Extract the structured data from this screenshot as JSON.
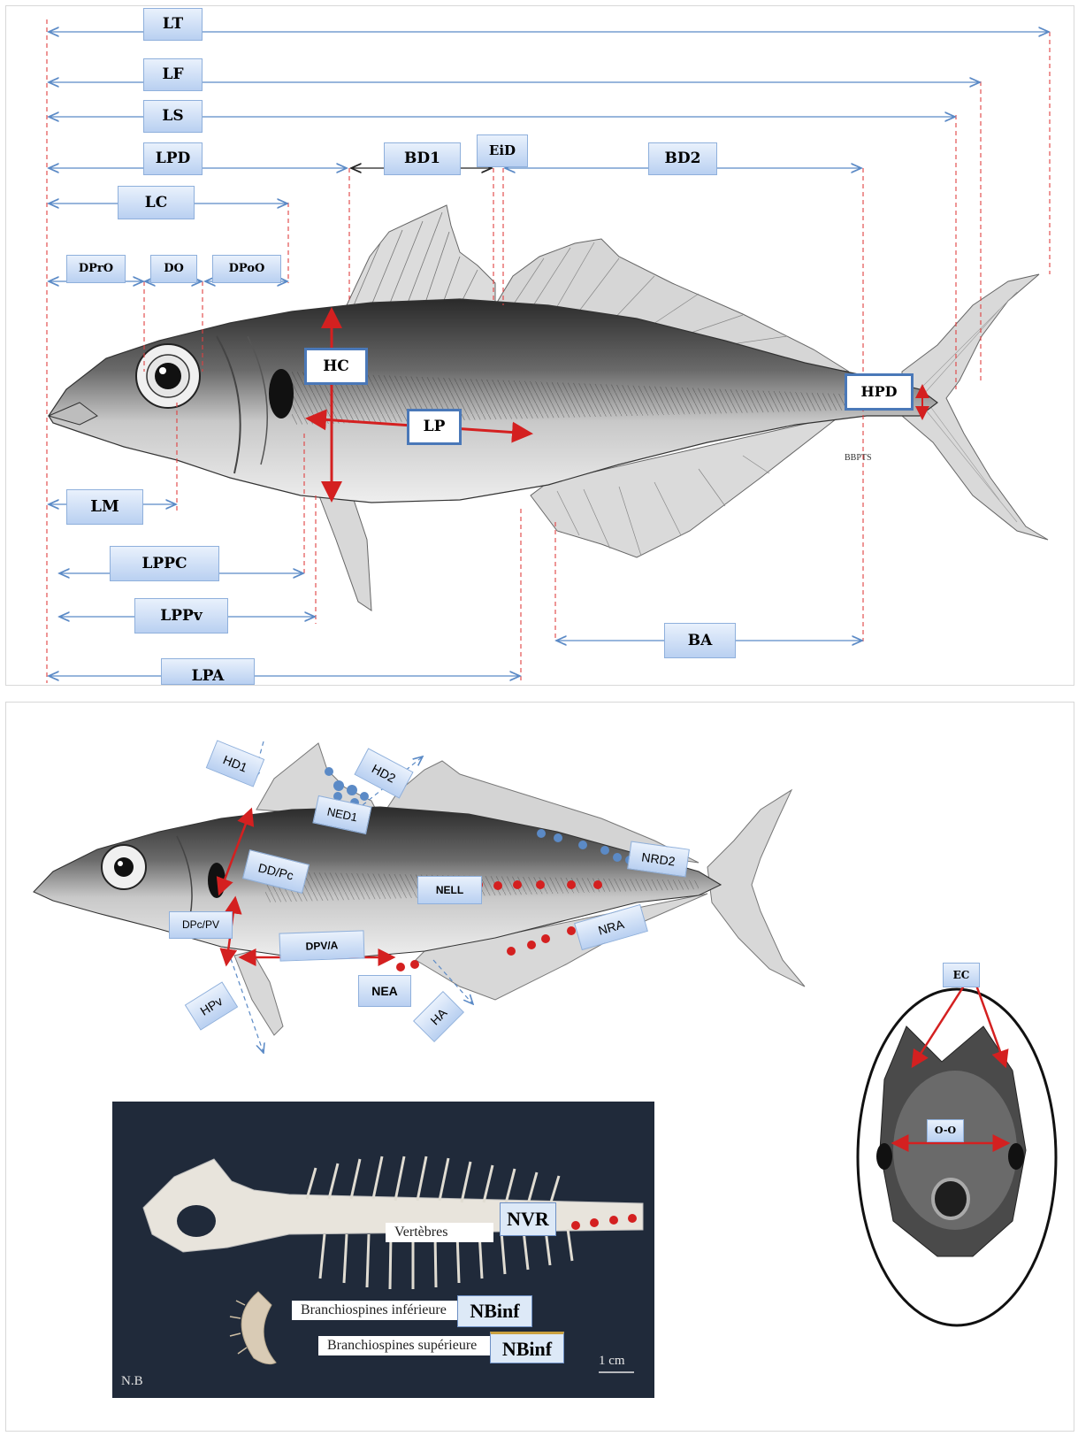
{
  "labels": {
    "LT": "LT",
    "LF": "LF",
    "LS": "LS",
    "LPD": "LPD",
    "BD1": "BD1",
    "EiD": "EiD",
    "BD2": "BD2",
    "LC": "LC",
    "DPrO": "DPrO",
    "DO": "DO",
    "DPoO": "DPoO",
    "HC": "HC",
    "HPD": "HPD",
    "LP": "LP",
    "LM": "LM",
    "LPPC": "LPPC",
    "LPPv": "LPPv",
    "BA": "BA",
    "LPA": "LPA"
  },
  "labels2": {
    "HD1": "HD1",
    "HD2": "HD2",
    "NED1": "NED1",
    "NRD2": "NRD2",
    "DD_Pc": "DD/Pc",
    "NELL": "NELL",
    "DPc_PV": "DPc/PV",
    "DPV_A": "DPV/A",
    "NRA": "NRA",
    "NEA": "NEA",
    "HPv": "HPv",
    "HA": "HA",
    "EC": "EC",
    "OO": "O-O"
  },
  "photo": {
    "vertebres": "Vertèbres",
    "NVR": "NVR",
    "branchio_inf": "Branchiospines inférieure",
    "branchio_sup": "Branchiospines supérieure",
    "NBinf1": "NBinf",
    "NBinf2": "NBinf",
    "scale": "1 cm",
    "credit": "N.B"
  },
  "colors": {
    "measure_line": "#5b8ac6",
    "red": "#d42020",
    "red_dash": "#e04040"
  }
}
